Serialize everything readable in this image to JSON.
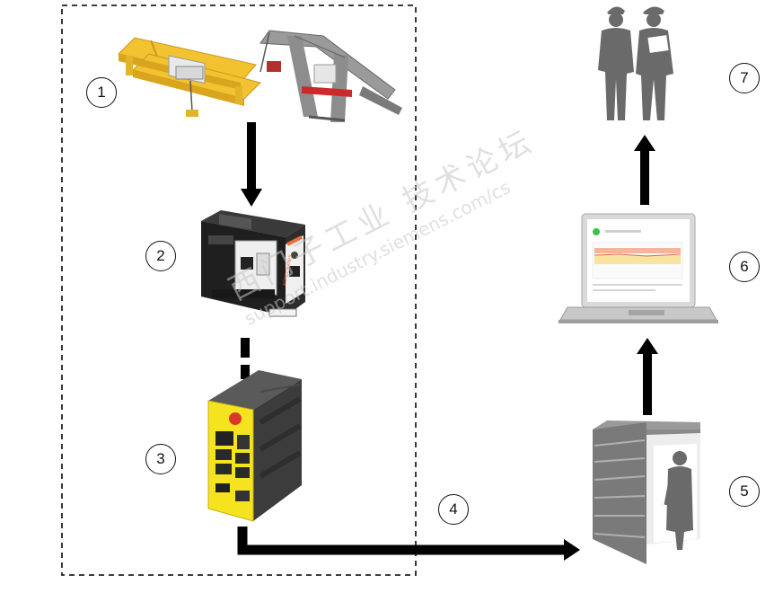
{
  "diagram": {
    "steps": [
      {
        "id": "1",
        "label": "1",
        "icon": "crane-icon"
      },
      {
        "id": "2",
        "label": "2",
        "icon": "controller-module-icon"
      },
      {
        "id": "3",
        "label": "3",
        "icon": "industrial-gateway-icon"
      },
      {
        "id": "4",
        "label": "4",
        "icon": "connection-arrow-icon"
      },
      {
        "id": "5",
        "label": "5",
        "icon": "server-operator-icon"
      },
      {
        "id": "6",
        "label": "6",
        "icon": "laptop-dashboard-icon"
      },
      {
        "id": "7",
        "label": "7",
        "icon": "people-icon"
      }
    ],
    "module_text": "KONECRANES"
  },
  "watermark": {
    "line1": "西门子工业 技术论坛",
    "line2": "support.industry.siemens.com/cs"
  },
  "colors": {
    "crane_yellow": "#f2c230",
    "gateway_yellow": "#f5e320",
    "module_black": "#1f1f1f",
    "accent_orange": "#e8703a",
    "server_gray": "#8a8a8a",
    "silhouette": "#6a6a6a",
    "arrow": "#000000"
  }
}
